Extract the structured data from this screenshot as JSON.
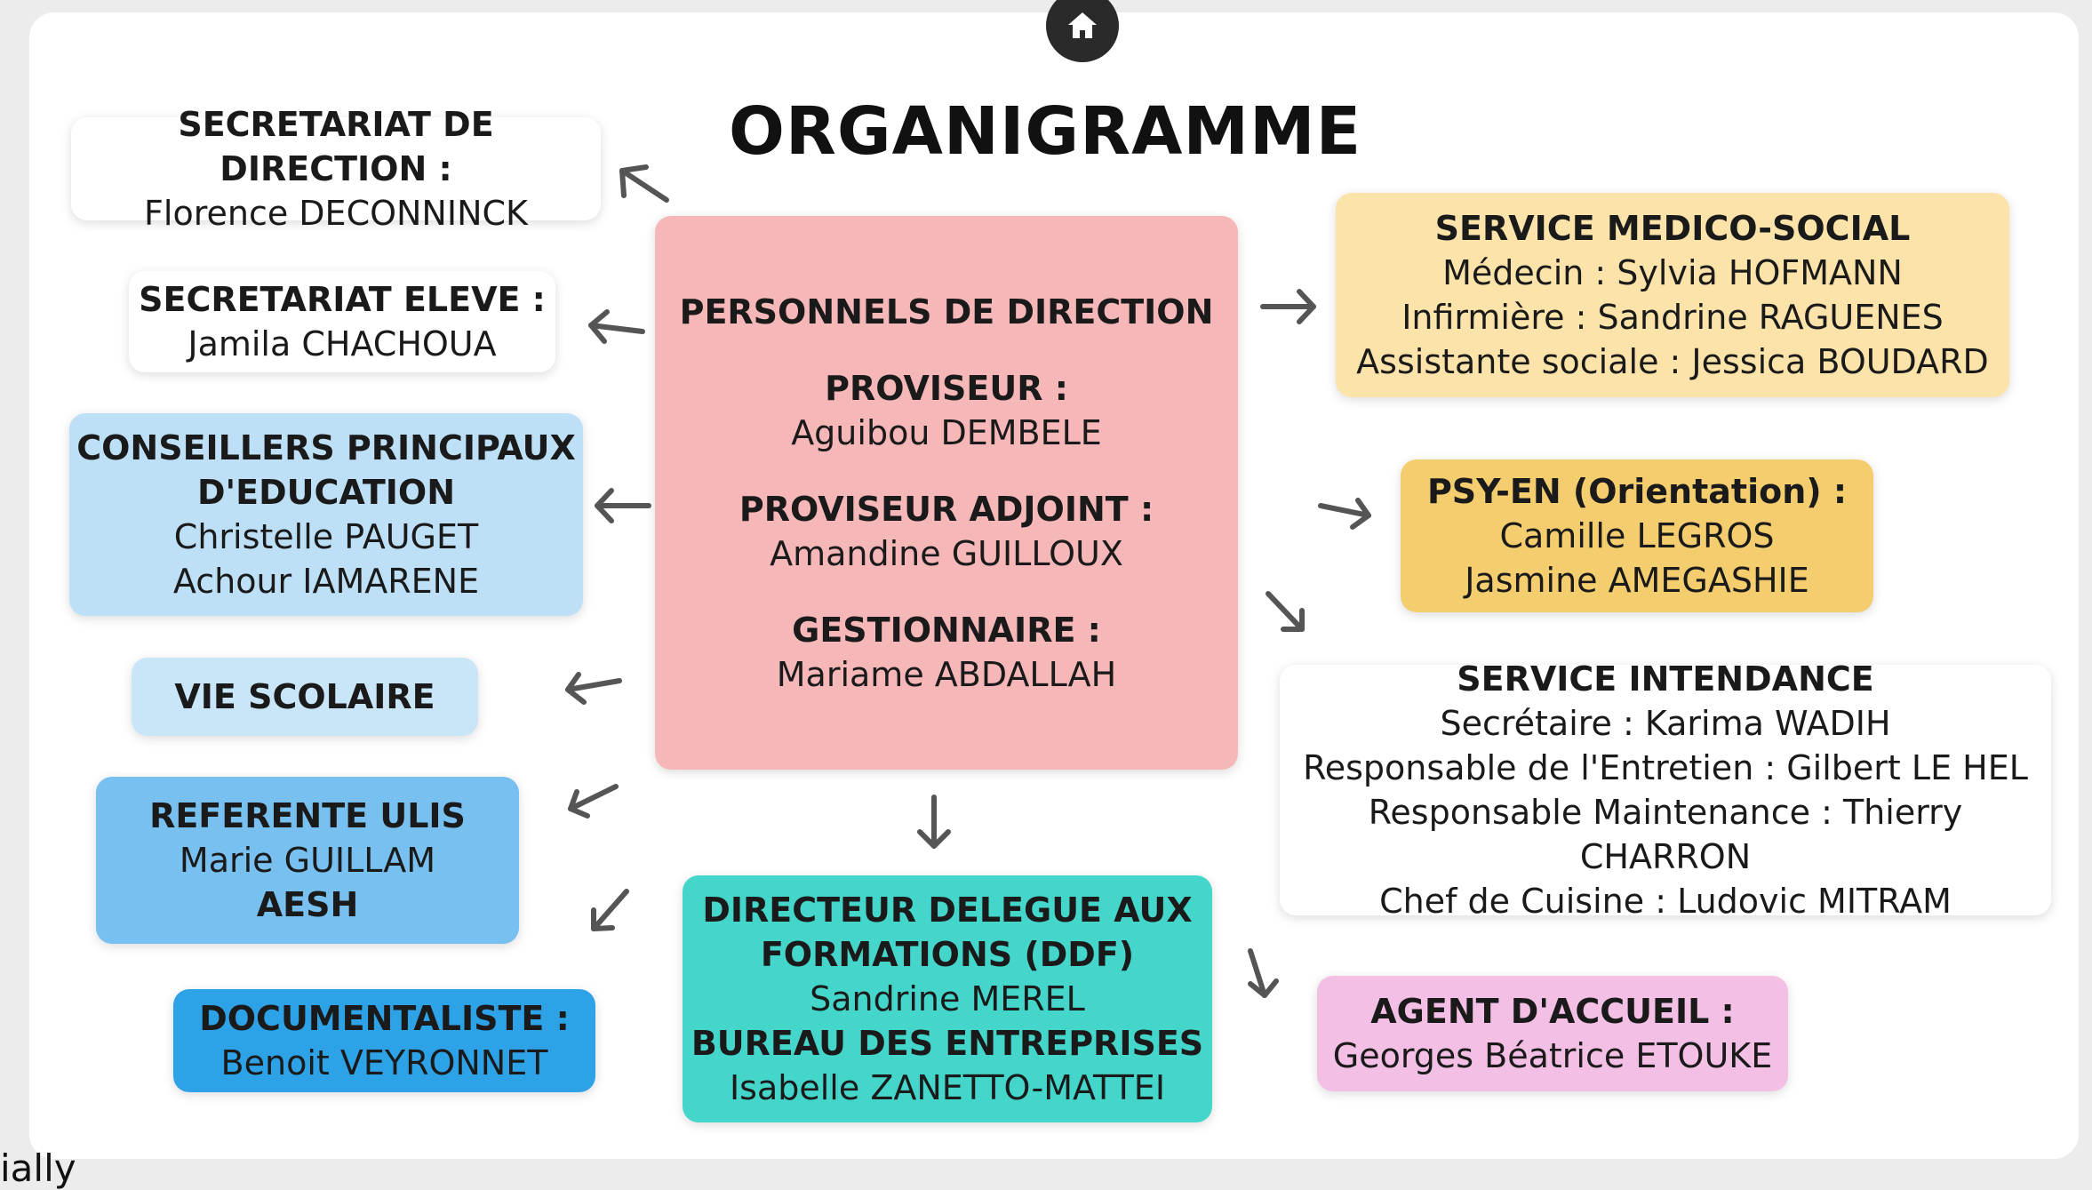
{
  "title": "ORGANIGRAMME",
  "icons": {
    "home": "home-icon",
    "arrow": "arrow-icon"
  },
  "center": {
    "heading": "PERSONNELS DE DIRECTION",
    "proviseur_label": "PROVISEUR :",
    "proviseur_name": "Aguibou DEMBELE",
    "adjoint_label": "PROVISEUR ADJOINT :",
    "adjoint_name": "Amandine GUILLOUX",
    "gestionnaire_label": "GESTIONNAIRE :",
    "gestionnaire_name": "Mariame ABDALLAH"
  },
  "left": {
    "secretariat_direction": {
      "label": "SECRETARIAT DE DIRECTION :",
      "name": "Florence DECONNINCK"
    },
    "secretariat_eleve": {
      "label": "SECRETARIAT ELEVE :",
      "name": "Jamila CHACHOUA"
    },
    "cpe": {
      "label_1": "CONSEILLERS PRINCIPAUX",
      "label_2": "D'EDUCATION",
      "name_1": "Christelle PAUGET",
      "name_2": "Achour IAMARENE"
    },
    "vie_scolaire": {
      "label": "VIE SCOLAIRE"
    },
    "ulis": {
      "label": "REFERENTE ULIS",
      "name": "Marie GUILLAM",
      "aesh": "AESH"
    },
    "documentaliste": {
      "label": "DOCUMENTALISTE  :",
      "name": "Benoit VEYRONNET"
    }
  },
  "bottom": {
    "ddf": {
      "label_1": "DIRECTEUR DELEGUE AUX",
      "label_2": "FORMATIONS (DDF)",
      "name_1": "Sandrine MEREL",
      "label_3": "BUREAU DES ENTREPRISES",
      "name_2": "Isabelle ZANETTO-MATTEI"
    }
  },
  "right": {
    "medico_social": {
      "label": "SERVICE MEDICO-SOCIAL",
      "line_1": "Médecin : Sylvia HOFMANN",
      "line_2": "Infirmière : Sandrine RAGUENES",
      "line_3": "Assistante sociale : Jessica BOUDARD"
    },
    "psy_en": {
      "label": "PSY-EN (Orientation) :",
      "name_1": "Camille LEGROS",
      "name_2": "Jasmine AMEGASHIE"
    },
    "intendance": {
      "label": "SERVICE INTENDANCE",
      "line_1": "Secrétaire : Karima WADIH",
      "line_2": "Responsable de l'Entretien : Gilbert LE HEL",
      "line_3": "Responsable Maintenance : Thierry CHARRON",
      "line_4": "Chef de Cuisine : Ludovic MITRAM"
    },
    "accueil": {
      "label": "AGENT D'ACCUEIL :",
      "name": "Georges Béatrice ETOUKE"
    }
  },
  "footer_fragment": "ially",
  "colors": {
    "center": "#f6b7b9",
    "medico_social": "#fbe3aa",
    "psy_en": "#f4cd6e",
    "cpe": "#bde0f6",
    "vie_scolaire": "#c9e5f8",
    "ulis": "#77c0ef",
    "documentaliste": "#2ea2e6",
    "ddf": "#45d6cb",
    "accueil": "#f3bfe4",
    "arrow": "#555555"
  }
}
